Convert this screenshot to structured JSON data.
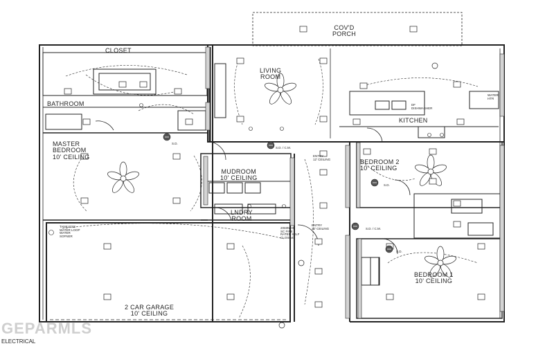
{
  "rooms": {
    "covd_porch": "COV'D\nPORCH",
    "closet": "CLOSET",
    "living_room": "LIVING\nROOM",
    "bathroom": "BATHROOM",
    "kitchen": "KITCHEN",
    "master_bedroom": "MASTER\nBEDROOM\n10' CEILING",
    "mudroom": "MUDROOM\n10' CEILING",
    "bedroom2": "BEDROOM 2\n10' CEILING",
    "lndry_room": "LNDRY\nROOM",
    "garage": "2 CAR GARAGE\n10' CEILING",
    "bedroom1": "BEDROOM 1\n10' CEILING"
  },
  "notes": {
    "tankless": "TANKLESS\nWATER LOOP\nWATER\nSOFNER",
    "entry_ceiling_1": "ENTRY\n12' CEILING",
    "entry_ceiling_2": "ENTRY\n12' CEILING",
    "fire_door": "20MIN OR\nSC FIRE\nRATED SELF\nCLOSING",
    "dishwasher": "DF\nDISHWASHER",
    "water_heater": "WATER\nHTR",
    "sd_1": "S.D.",
    "sd_cm_1": "S.D. / C.M.",
    "sd_2": "S.D.",
    "sd_cm_2": "S.D. / C.M.",
    "sd_3": "S.D."
  },
  "watermark": "GEPARMLS",
  "footer": "ELECTRICAL",
  "colors": {
    "line": "#222222",
    "fill": "#d4d4d4",
    "watermark": "#cfcfcf"
  },
  "icons": [
    "ceiling-fan-icon",
    "light-fixture-icon",
    "smoke-detector-icon",
    "outlet-icon"
  ]
}
